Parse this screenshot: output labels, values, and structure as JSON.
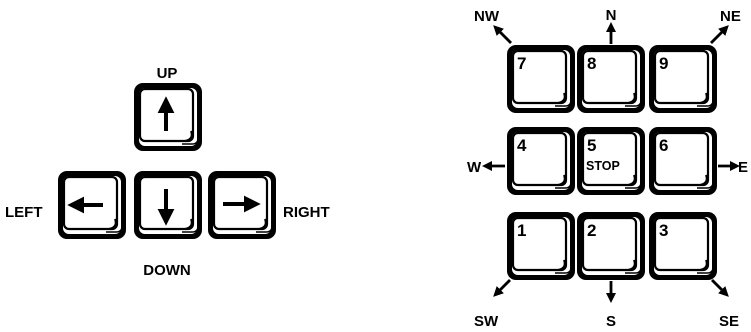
{
  "arrow_keys": {
    "labels": {
      "up": "UP",
      "left": "LEFT",
      "down": "DOWN",
      "right": "RIGHT"
    },
    "keys": [
      {
        "id": "up",
        "icon": "arrow-up-icon"
      },
      {
        "id": "left",
        "icon": "arrow-left-icon"
      },
      {
        "id": "down",
        "icon": "arrow-down-icon"
      },
      {
        "id": "right",
        "icon": "arrow-right-icon"
      }
    ]
  },
  "numeric_keypad": {
    "keys": [
      {
        "number": "7",
        "direction": "NW"
      },
      {
        "number": "8",
        "direction": "N"
      },
      {
        "number": "9",
        "direction": "NE"
      },
      {
        "number": "4",
        "direction": "W"
      },
      {
        "number": "5",
        "direction": "",
        "sublabel": "STOP"
      },
      {
        "number": "6",
        "direction": "E"
      },
      {
        "number": "1",
        "direction": "SW"
      },
      {
        "number": "2",
        "direction": "S"
      },
      {
        "number": "3",
        "direction": "SE"
      }
    ],
    "direction_labels": {
      "nw": "NW",
      "n": "N",
      "ne": "NE",
      "w": "W",
      "e": "E",
      "sw": "SW",
      "s": "S",
      "se": "SE"
    }
  }
}
